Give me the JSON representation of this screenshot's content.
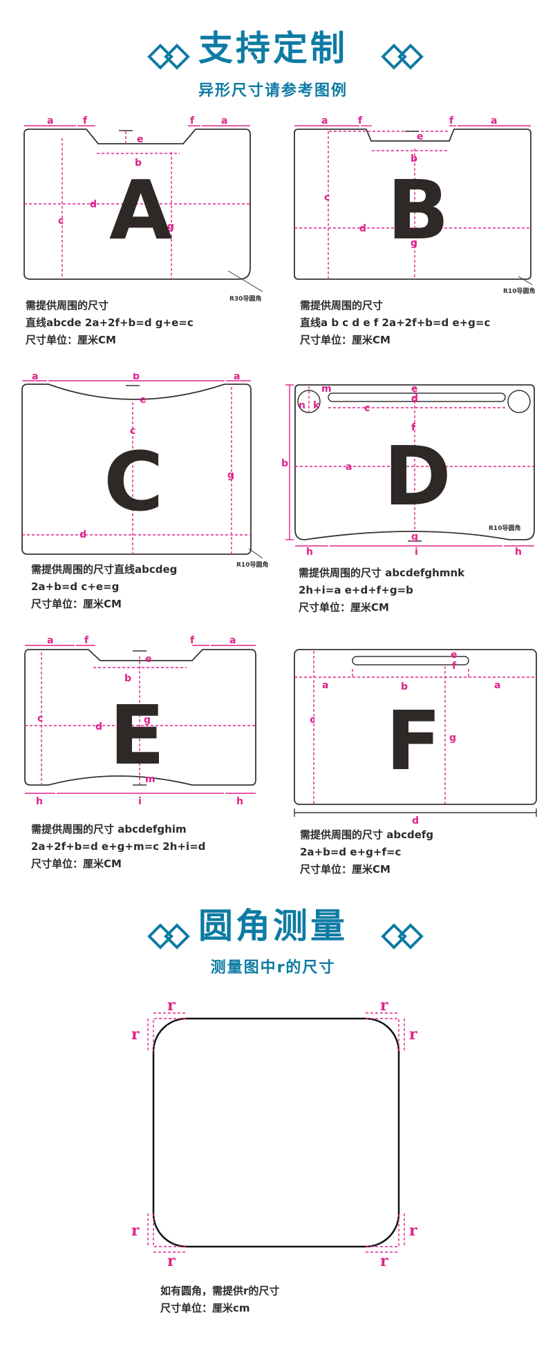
{
  "header1": {
    "title": "支持定制",
    "subtitle": "异形尺寸请参考图例"
  },
  "panels": {
    "A": {
      "letter": "A",
      "labels": {
        "a": "a",
        "f": "f",
        "e": "e",
        "b": "b",
        "c": "c",
        "d": "d",
        "g": "g"
      },
      "note": "R30导圆角",
      "captions": [
        "需提供周围的尺寸",
        "直线abcde    2a+2f+b=d   g+e=c",
        "尺寸单位：厘米CM"
      ]
    },
    "B": {
      "letter": "B",
      "labels": {
        "a": "a",
        "f": "f",
        "e": "e",
        "b": "b",
        "c": "c",
        "d": "d",
        "g": "g"
      },
      "note": "R10导圆角",
      "captions": [
        "需提供周围的尺寸",
        "直线a b c d e f    2a+2f+b=d   e+g=c",
        "尺寸单位：厘米CM"
      ]
    },
    "C": {
      "letter": "C",
      "labels": {
        "a": "a",
        "b": "b",
        "e": "e",
        "c": "c",
        "g": "g",
        "d": "d"
      },
      "note": "R10导圆角",
      "captions": [
        "需提供周围的尺寸直线abcdeg",
        "2a+b=d   c+e=g",
        "尺寸单位：厘米CM"
      ]
    },
    "D": {
      "letter": "D",
      "labels": {
        "m": "m",
        "n": "n",
        "k": "k",
        "e": "e",
        "d": "d",
        "c": "c",
        "f": "f",
        "b": "b",
        "a": "a",
        "g": "g",
        "h": "h",
        "i": "i"
      },
      "note": "R10导圆角",
      "captions": [
        "需提供周围的尺寸 abcdefghmnk",
        "2h+i=a  e+d+f+g=b",
        "尺寸单位：厘米CM"
      ]
    },
    "E": {
      "letter": "E",
      "labels": {
        "a": "a",
        "f": "f",
        "e": "e",
        "b": "b",
        "c": "c",
        "g": "g",
        "d": "d",
        "m": "m",
        "h": "h",
        "i": "i"
      },
      "captions": [
        "需提供周围的尺寸    abcdefghim",
        "2a+2f+b=d   e+g+m=c   2h+i=d",
        "尺寸单位：厘米CM"
      ]
    },
    "F": {
      "letter": "F",
      "labels": {
        "e": "e",
        "f": "f",
        "a": "a",
        "b": "b",
        "c": "c",
        "g": "g",
        "d": "d"
      },
      "captions": [
        "需提供周围的尺寸    abcdefg",
        "2a+b=d   e+g+f=c",
        "尺寸单位：厘米CM"
      ]
    }
  },
  "header2": {
    "title": "圆角测量",
    "subtitle": "测量图中r的尺寸"
  },
  "corner": {
    "label": "r",
    "captions": [
      "如有圆角，需提供r的尺寸",
      "尺寸单位：厘米cm"
    ]
  },
  "colors": {
    "title_blue": "#0d7ba3",
    "dimension_magenta": "#e0218a",
    "outline": "#333333",
    "letter": "#2e2826"
  }
}
